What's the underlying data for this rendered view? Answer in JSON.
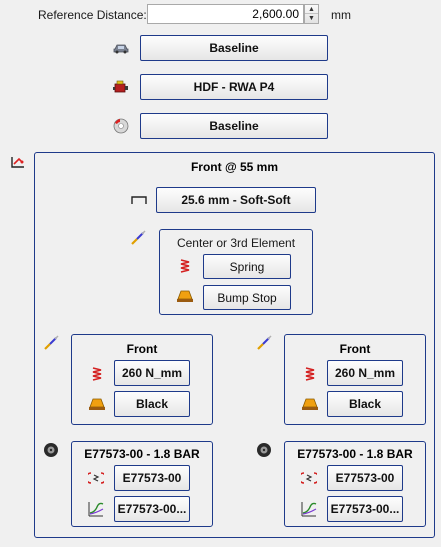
{
  "reference": {
    "label": "Reference Distance:",
    "value": "2,600.00",
    "unit": "mm"
  },
  "top_buttons": [
    "Baseline",
    "HDF - RWA P4",
    "Baseline"
  ],
  "front_group": {
    "title": "Front @ 55 mm",
    "bump_button": "25.6 mm - Soft-Soft",
    "center": {
      "title": "Center or 3rd Element",
      "spring": "Spring",
      "bumpstop": "Bump Stop"
    },
    "left": {
      "title": "Front",
      "spring": "260 N_mm",
      "bump": "Black",
      "tire_title": "E77573-00 - 1.8 BAR",
      "tire_a": "E77573-00",
      "tire_b": "E77573-00..."
    },
    "right": {
      "title": "Front",
      "spring": "260 N_mm",
      "bump": "Black",
      "tire_title": "E77573-00 - 1.8 BAR",
      "tire_a": "E77573-00",
      "tire_b": "E77573-00..."
    }
  },
  "icons": {
    "car": "car-icon",
    "engine": "engine-icon",
    "brake": "brake-disc-icon",
    "suspension": "suspension-icon",
    "bump": "bump-bracket-icon",
    "damper": "damper-icon",
    "spring": "spring-icon",
    "bumpstop": "bump-stop-icon",
    "tire": "tire-icon",
    "tire_spring": "tire-spring-icon",
    "tire_curve": "tire-curve-icon"
  }
}
